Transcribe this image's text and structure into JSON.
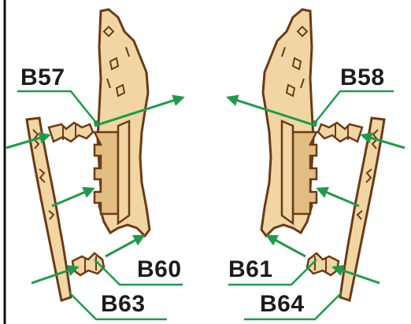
{
  "labels": {
    "b57": "B57",
    "b58": "B58",
    "b60": "B60",
    "b61": "B61",
    "b63": "B63",
    "b64": "B64"
  },
  "colors": {
    "wood": "#f1d6a4",
    "wood_shade": "#e2bd82",
    "edge": "#6b3a16",
    "arrow": "#1f9a4a",
    "text": "#1c1c1c"
  }
}
